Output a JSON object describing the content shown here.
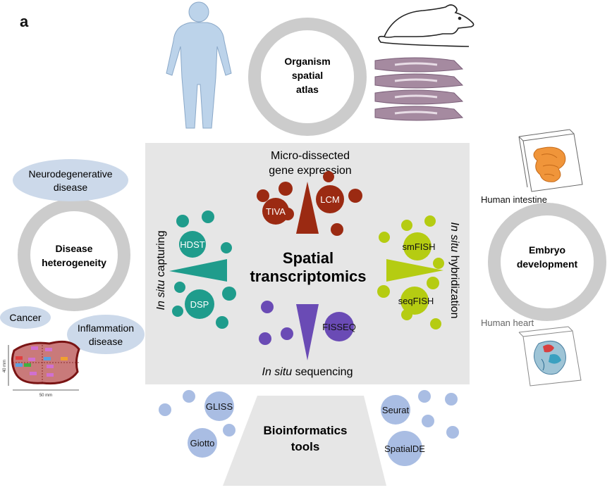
{
  "panel_label": "a",
  "center": {
    "title_line1": "Spatial",
    "title_line2": "transcriptomics"
  },
  "micro_dissected": {
    "label_line1": "Micro-dissected",
    "label_line2": "gene expression",
    "methods": [
      "TIVA",
      "LCM"
    ],
    "color": "#9b2a12"
  },
  "in_situ_capturing": {
    "label_italic": "In situ",
    "label_rest": " capturing",
    "methods": [
      "HDST",
      "DSP"
    ],
    "color": "#1f9c8c"
  },
  "in_situ_hybridization": {
    "label_italic": "In situ",
    "label_rest": " hybridization",
    "methods": [
      "smFISH",
      "seqFISH"
    ],
    "color": "#b5cc12"
  },
  "in_situ_sequencing": {
    "label_italic": "In situ",
    "label_rest": " sequencing",
    "methods": [
      "FISSEQ"
    ],
    "color": "#6a4bb5"
  },
  "organism_atlas": {
    "line1": "Organism",
    "line2": "spatial",
    "line3": "atlas"
  },
  "disease": {
    "line1": "Disease",
    "line2": "heterogeneity",
    "items": [
      {
        "line1": "Neurodegenerative",
        "line2": "disease"
      },
      {
        "line1": "Cancer",
        "line2": ""
      },
      {
        "line1": "Inflammation",
        "line2": "disease"
      }
    ]
  },
  "embryo": {
    "line1": "Embryo",
    "line2": "development",
    "intestine_label": "Human intestine",
    "heart_label": "Human heart"
  },
  "bioinformatics": {
    "line1": "Bioinformatics",
    "line2": "tools",
    "tools": [
      "GLISS",
      "Giotto",
      "Seurat",
      "SpatialDE"
    ],
    "color": "#a9bde3"
  },
  "tissue_map": {
    "x_dim": "50 mm",
    "y_dim": "40 mm"
  },
  "colors": {
    "ring": "#cccccc",
    "panel": "#e6e6e6",
    "bubble": "#ccd9ea"
  },
  "icons": [
    "human-body-icon",
    "mouse-icon",
    "brain-slice-stack-icon",
    "intestine-3d-icon",
    "heart-3d-icon",
    "tissue-map-icon"
  ]
}
